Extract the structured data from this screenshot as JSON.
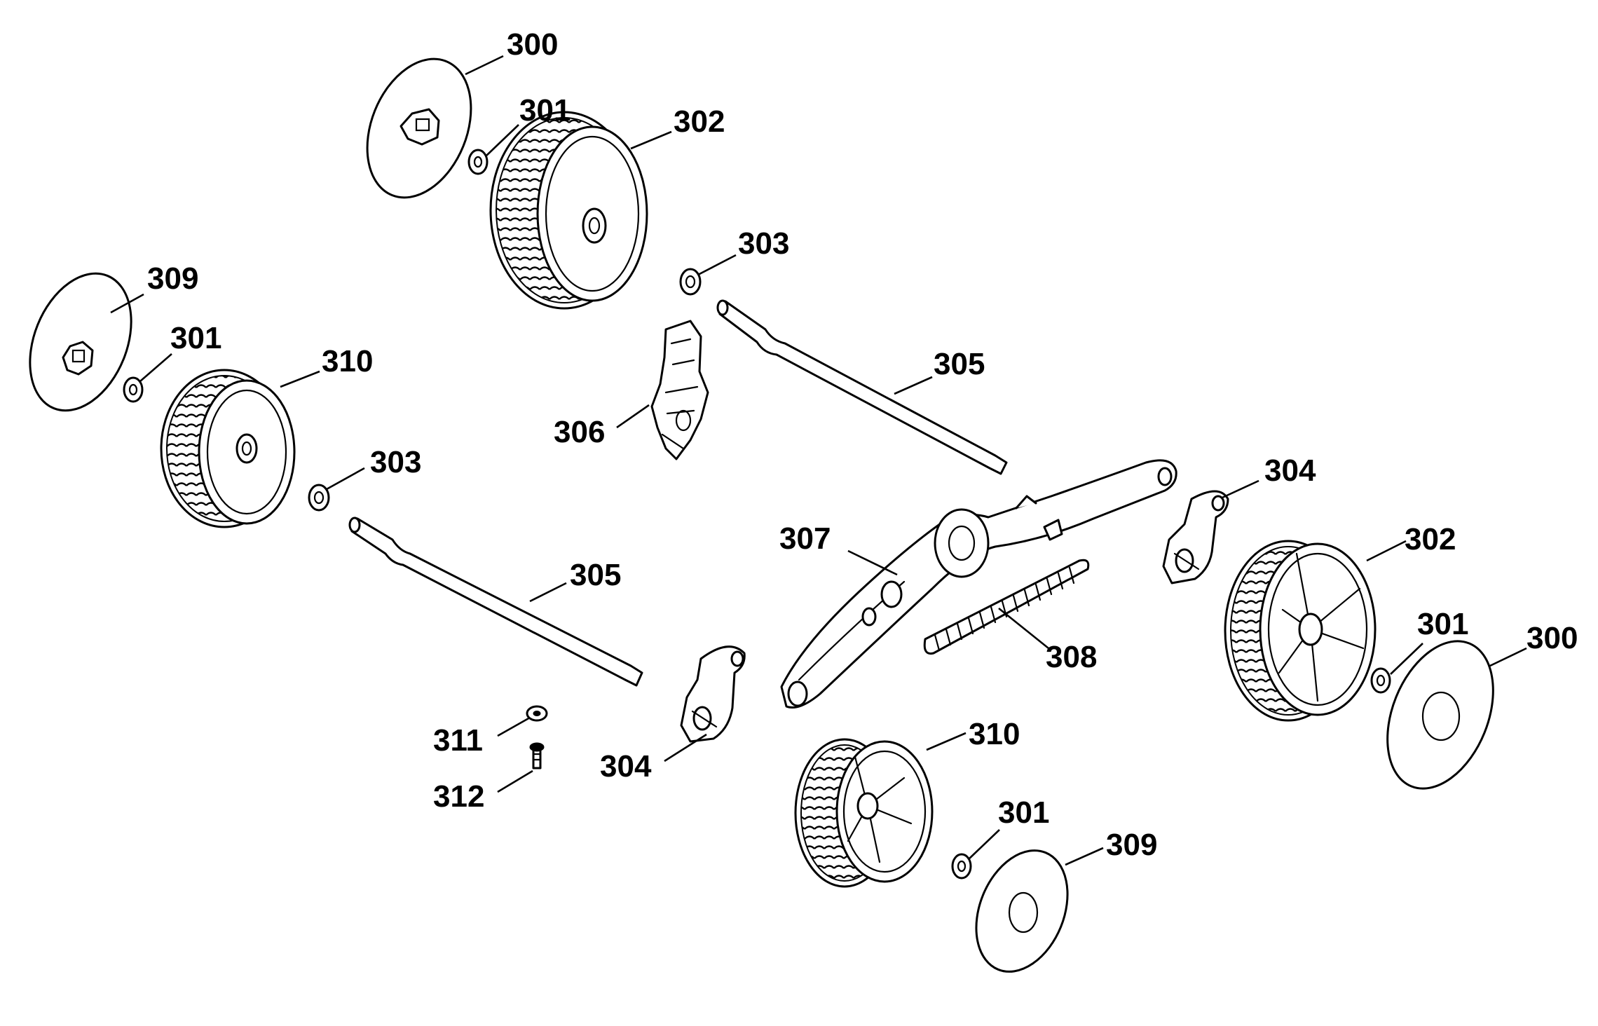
{
  "diagram": {
    "type": "exploded-parts-diagram",
    "line_color": "#000000",
    "background": "#ffffff",
    "callouts": {
      "c300a": "300",
      "c301a": "301",
      "c302a": "302",
      "c303a": "303",
      "c309a": "309",
      "c301b": "301",
      "c310a": "310",
      "c303b": "303",
      "c305a": "305",
      "c306": "306",
      "c305b": "305",
      "c304a": "304",
      "c307": "307",
      "c302b": "302",
      "c301c": "301",
      "c300b": "300",
      "c308": "308",
      "c311": "311",
      "c312": "312",
      "c304b": "304",
      "c310b": "310",
      "c301d": "301",
      "c309b": "309"
    }
  }
}
